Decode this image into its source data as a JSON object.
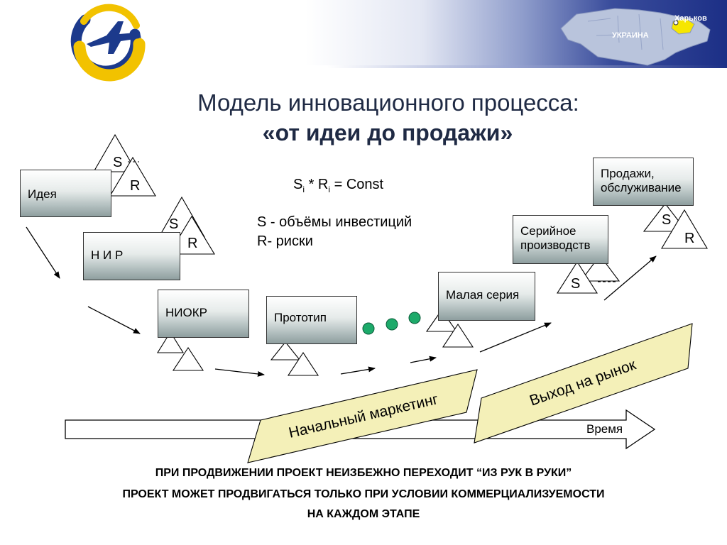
{
  "header": {
    "map_city": "Харьков",
    "map_country": "УКРАИНА"
  },
  "title": {
    "line1": "Модель инновационного процесса:",
    "line2": "«от идеи до продажи»"
  },
  "formula": {
    "s": "S",
    "s_sub": "i",
    "mid": " * R",
    "r_sub": "i",
    "rest": " = Const"
  },
  "legend": {
    "s_line": "S -  объёмы инвестиций",
    "r_line": "R- риски"
  },
  "stages": {
    "idea": "Идея",
    "nir": "Н И Р",
    "niokr": "НИОКР",
    "prototype": "Прототип",
    "small_series": "Малая серия",
    "serial_line1": "Серийное",
    "serial_line2": "производств",
    "sales_line1": "Продажи,",
    "sales_line2": "обслуживание"
  },
  "risk_labels": {
    "s": "S",
    "r": "R"
  },
  "banners": {
    "initial_marketing": "Начальный маркетинг",
    "market_entry": "Выход на рынок"
  },
  "time_axis": {
    "label": "Время"
  },
  "footer": {
    "line1": "ПРИ ПРОДВИЖЕНИИ ПРОЕКТ НЕИЗБЕЖНО ПЕРЕХОДИТ “ИЗ РУК В РУКИ”",
    "line2": "ПРОЕКТ МОЖЕТ ПРОДВИГАТЬСЯ  ТОЛЬКО ПРИ УСЛОВИИ КОММЕРЦИАЛИЗУЕМОСТИ",
    "line3": "НА КАЖДОМ ЭТАПЕ"
  },
  "colors": {
    "header_blue": "#1c2f86",
    "logo_yellow": "#f2c200",
    "logo_blue": "#1c3a8c",
    "map_fill": "#b9c4dc",
    "region_yellow": "#f6e600",
    "banner_fill": "#f4f0b8",
    "dot_green": "#1daa6a",
    "title_color": "#1f2a44"
  }
}
